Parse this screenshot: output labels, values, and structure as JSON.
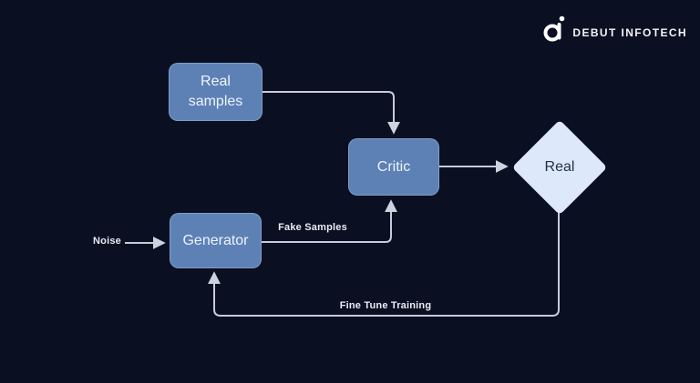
{
  "brand": {
    "name": "DEBUT INFOTECH",
    "icon": "debut-infotech-logo-icon"
  },
  "diagram": {
    "type": "flowchart",
    "topic": "GAN / WGAN training loop",
    "nodes": {
      "real_samples": {
        "label": "Real samples",
        "shape": "rounded-rect",
        "fill": "#5d81b5",
        "text_color": "#eef3fc"
      },
      "critic": {
        "label": "Critic",
        "shape": "rounded-rect",
        "fill": "#5d81b5",
        "text_color": "#eef3fc"
      },
      "generator": {
        "label": "Generator",
        "shape": "rounded-rect",
        "fill": "#5d81b5",
        "text_color": "#eef3fc"
      },
      "decision": {
        "label": "Real",
        "shape": "diamond",
        "fill": "#dde9fa",
        "text_color": "#22304e"
      }
    },
    "edges": [
      {
        "from": "noise-input",
        "to": "generator",
        "label": "Noise"
      },
      {
        "from": "real_samples",
        "to": "critic",
        "label": ""
      },
      {
        "from": "generator",
        "to": "critic",
        "label": "Fake Samples"
      },
      {
        "from": "critic",
        "to": "decision",
        "label": ""
      },
      {
        "from": "decision",
        "to": "generator",
        "label": "Fine Tune Training"
      }
    ],
    "edge_labels": {
      "noise": "Noise",
      "fake_samples": "Fake Samples",
      "fine_tune": "Fine Tune Training"
    }
  },
  "colors": {
    "background": "#0a0f22",
    "node_fill": "#5d81b5",
    "diamond_fill": "#dde9fa",
    "connector": "#c6ccd8",
    "label_text": "#e9ecf3",
    "brand_text": "#f2f4f8"
  }
}
